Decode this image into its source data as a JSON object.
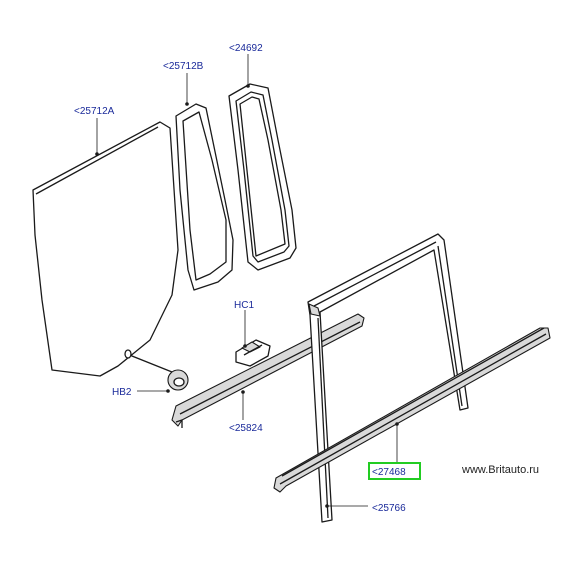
{
  "diagram": {
    "callouts": {
      "glass_a": "<25712A",
      "glass_b": "<25712B",
      "seal_frame": "<24692",
      "clip": "HC1",
      "stopper": "HB2",
      "inner_seal": "<25824",
      "outer_belt": "<27468",
      "run_channel": "<25766"
    },
    "highlighted_callout": "<27468",
    "highlight_color": "#22cc22",
    "callout_color": "#1a2a9a",
    "watermark": "www.Britauto.ru"
  }
}
